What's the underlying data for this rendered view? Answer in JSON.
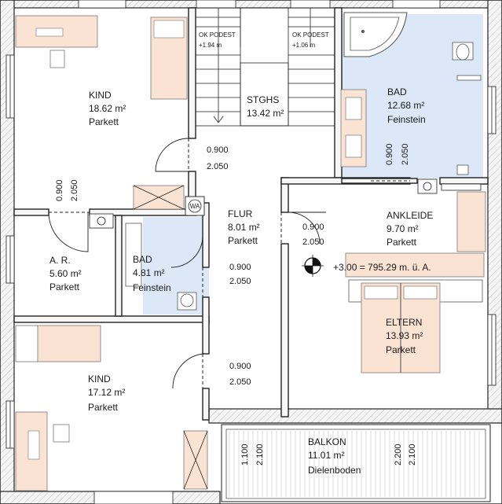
{
  "rooms": {
    "kind_top": {
      "name": "KIND",
      "area": "18.62 m²",
      "floor": "Parkett"
    },
    "stghs": {
      "name": "STGHS",
      "area": "13.42 m²"
    },
    "bad_main": {
      "name": "BAD",
      "area": "12.68 m²",
      "floor": "Feinstein"
    },
    "flur": {
      "name": "FLUR",
      "area": "8.01 m²",
      "floor": "Parkett"
    },
    "ankleide": {
      "name": "ANKLEIDE",
      "area": "9.70 m²",
      "floor": "Parkett"
    },
    "ar": {
      "name": "A. R.",
      "area": "5.60 m²",
      "floor": "Parkett"
    },
    "bad_small": {
      "name": "BAD",
      "area": "4.81 m²",
      "floor": "Feinstein"
    },
    "eltern": {
      "name": "ELTERN",
      "area": "13.93 m²",
      "floor": "Parkett"
    },
    "kind_bottom": {
      "name": "KIND",
      "area": "17.12 m²",
      "floor": "Parkett"
    },
    "balkon": {
      "name": "BALKON",
      "area": "11.01 m²",
      "floor": "Dielenboden"
    }
  },
  "podests": {
    "left": {
      "label": "OK PODEST",
      "value": "+1.94 m"
    },
    "right": {
      "label": "OK PODEST",
      "value": "+1.06 m"
    }
  },
  "dimensions": {
    "door_kind_top_w": "0.900",
    "door_kind_top_h": "2.050",
    "door_bad_w": "0.900",
    "door_bad_h": "2.050",
    "door_kind_left_w": "0.900",
    "door_kind_left_h": "2.050",
    "door_ankleide_w": "0.900",
    "door_ankleide_h": "2.050",
    "door_badsmall_w": "0.900",
    "door_badsmall_h": "2.050",
    "door_kind_bottom_w": "0.900",
    "door_kind_bottom_h": "2.050",
    "balkon_a1": "1.100",
    "balkon_a2": "2.100",
    "balkon_b1": "2.200",
    "balkon_b2": "2.100"
  },
  "wm_label": "WA",
  "elevation": "+3.00 = 795.29 m. ü. A."
}
